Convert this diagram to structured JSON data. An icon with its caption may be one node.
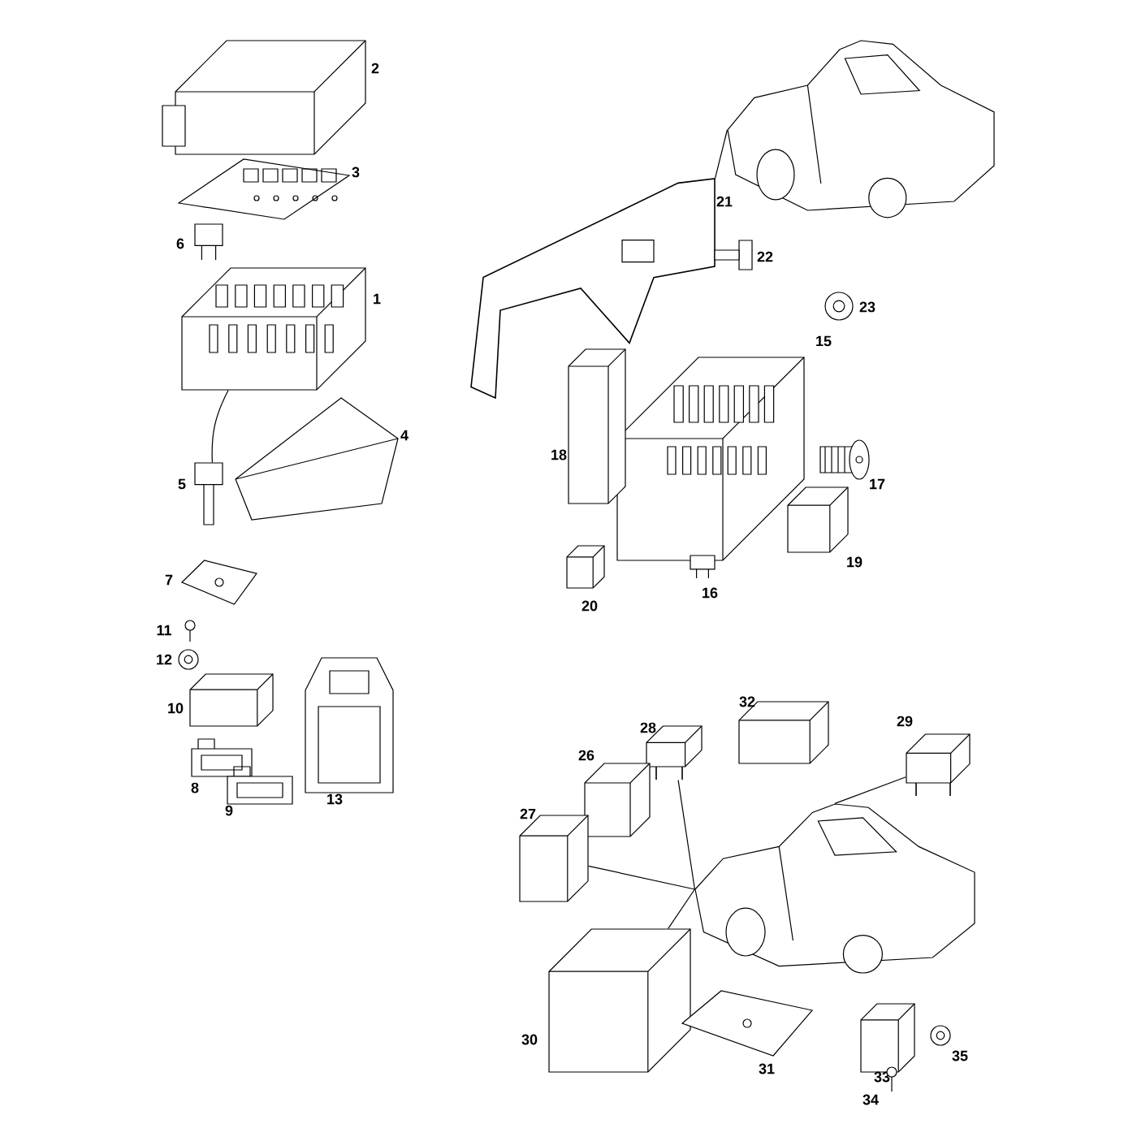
{
  "diagram": {
    "nodes": [
      {
        "text": [],
        "shape": "picture",
        "beside": [
          "2"
        ]
      },
      {
        "text": [],
        "shape": "picture",
        "beside": [
          "3"
        ]
      },
      {
        "text": [],
        "shape": "picture",
        "beside": [
          "6"
        ]
      },
      {
        "text": [],
        "shape": "picture",
        "beside": [
          "1"
        ]
      },
      {
        "text": [],
        "shape": "picture",
        "beside": [
          "4"
        ]
      },
      {
        "text": [],
        "shape": "picture",
        "beside": [
          "5"
        ]
      },
      {
        "text": [],
        "shape": "picture",
        "beside": [
          "7"
        ]
      },
      {
        "text": [],
        "shape": "picture",
        "beside": [
          "11"
        ]
      },
      {
        "text": [],
        "shape": "picture",
        "beside": [
          "12"
        ]
      },
      {
        "text": [],
        "shape": "picture",
        "beside": [
          "10"
        ]
      },
      {
        "text": [],
        "shape": "picture",
        "beside": [
          "8"
        ]
      },
      {
        "text": [],
        "shape": "picture",
        "beside": [
          "9"
        ]
      },
      {
        "text": [],
        "shape": "picture",
        "beside": [
          "13"
        ]
      },
      {
        "text": [],
        "shape": "picture"
      },
      {
        "text": [],
        "shape": "picture",
        "beside": [
          "21"
        ]
      },
      {
        "text": [],
        "shape": "picture",
        "beside": [
          "22"
        ]
      },
      {
        "text": [],
        "shape": "picture",
        "beside": [
          "23"
        ]
      },
      {
        "text": [],
        "shape": "picture",
        "beside": [
          "15"
        ]
      },
      {
        "text": [],
        "shape": "picture",
        "beside": [
          "18"
        ]
      },
      {
        "text": [],
        "shape": "picture",
        "beside": [
          "17"
        ]
      },
      {
        "text": [],
        "shape": "picture",
        "beside": [
          "19"
        ]
      },
      {
        "text": [],
        "shape": "picture",
        "beside": [
          "20"
        ]
      },
      {
        "text": [],
        "shape": "picture",
        "beside": [
          "16"
        ]
      },
      {
        "text": [],
        "shape": "picture",
        "beside": [
          "32"
        ]
      },
      {
        "text": [],
        "shape": "picture",
        "beside": [
          "28"
        ]
      },
      {
        "text": [],
        "shape": "picture",
        "beside": [
          "29"
        ]
      },
      {
        "text": [],
        "shape": "picture",
        "beside": [
          "26"
        ]
      },
      {
        "text": [],
        "shape": "picture",
        "beside": [
          "27"
        ]
      },
      {
        "text": [],
        "shape": "picture"
      },
      {
        "text": [],
        "shape": "picture",
        "beside": [
          "30"
        ]
      },
      {
        "text": [],
        "shape": "picture",
        "beside": [
          "31"
        ]
      },
      {
        "text": [],
        "shape": "picture",
        "beside": [
          "33"
        ]
      },
      {
        "text": [],
        "shape": "picture",
        "beside": [
          "35"
        ]
      },
      {
        "text": [],
        "shape": "picture",
        "beside": [
          "34"
        ]
      }
    ],
    "edges": [
      {
        "from": 3,
        "to": 5,
        "arrow": "none"
      },
      {
        "from": 13,
        "to": 14,
        "arrow": "none"
      },
      {
        "from": 28,
        "to": 24,
        "arrow": "none"
      },
      {
        "from": 28,
        "to": 27,
        "arrow": "none"
      },
      {
        "from": 28,
        "to": 25,
        "arrow": "none"
      },
      {
        "from": 28,
        "to": 29,
        "arrow": "none"
      }
    ]
  }
}
